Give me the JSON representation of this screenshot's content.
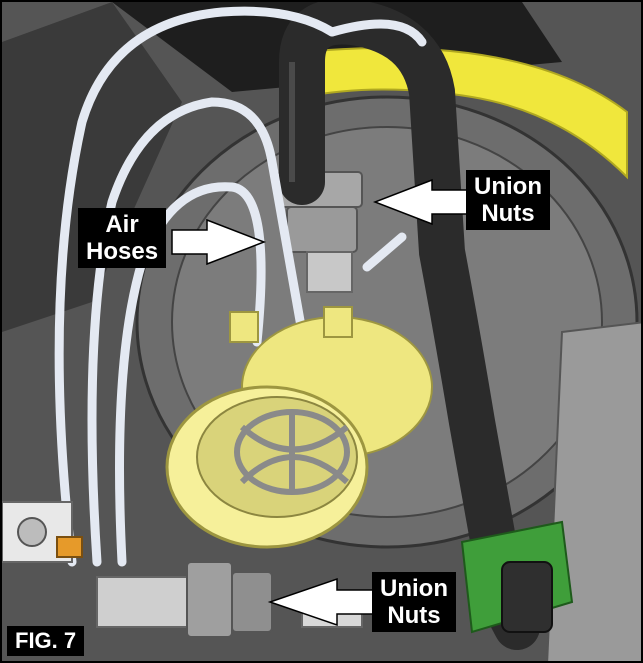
{
  "figure": {
    "caption": "FIG. 7",
    "callouts": {
      "air_hoses": {
        "line1": "Air",
        "line2": "Hoses"
      },
      "union_nuts_top": {
        "line1": "Union",
        "line2": "Nuts"
      },
      "union_nuts_bottom": {
        "line1": "Union",
        "line2": "Nuts"
      }
    }
  },
  "colors": {
    "housing_yellow": "#f0e73c",
    "filter_cap": "#f6f09a",
    "black_hose": "#2b2b2b",
    "white_hose": "#e4e9f2",
    "arrow": "#ffffff",
    "label_bg": "#000000",
    "green_fitting": "#3f9e3a",
    "orange_fitting": "#e69a2a"
  }
}
